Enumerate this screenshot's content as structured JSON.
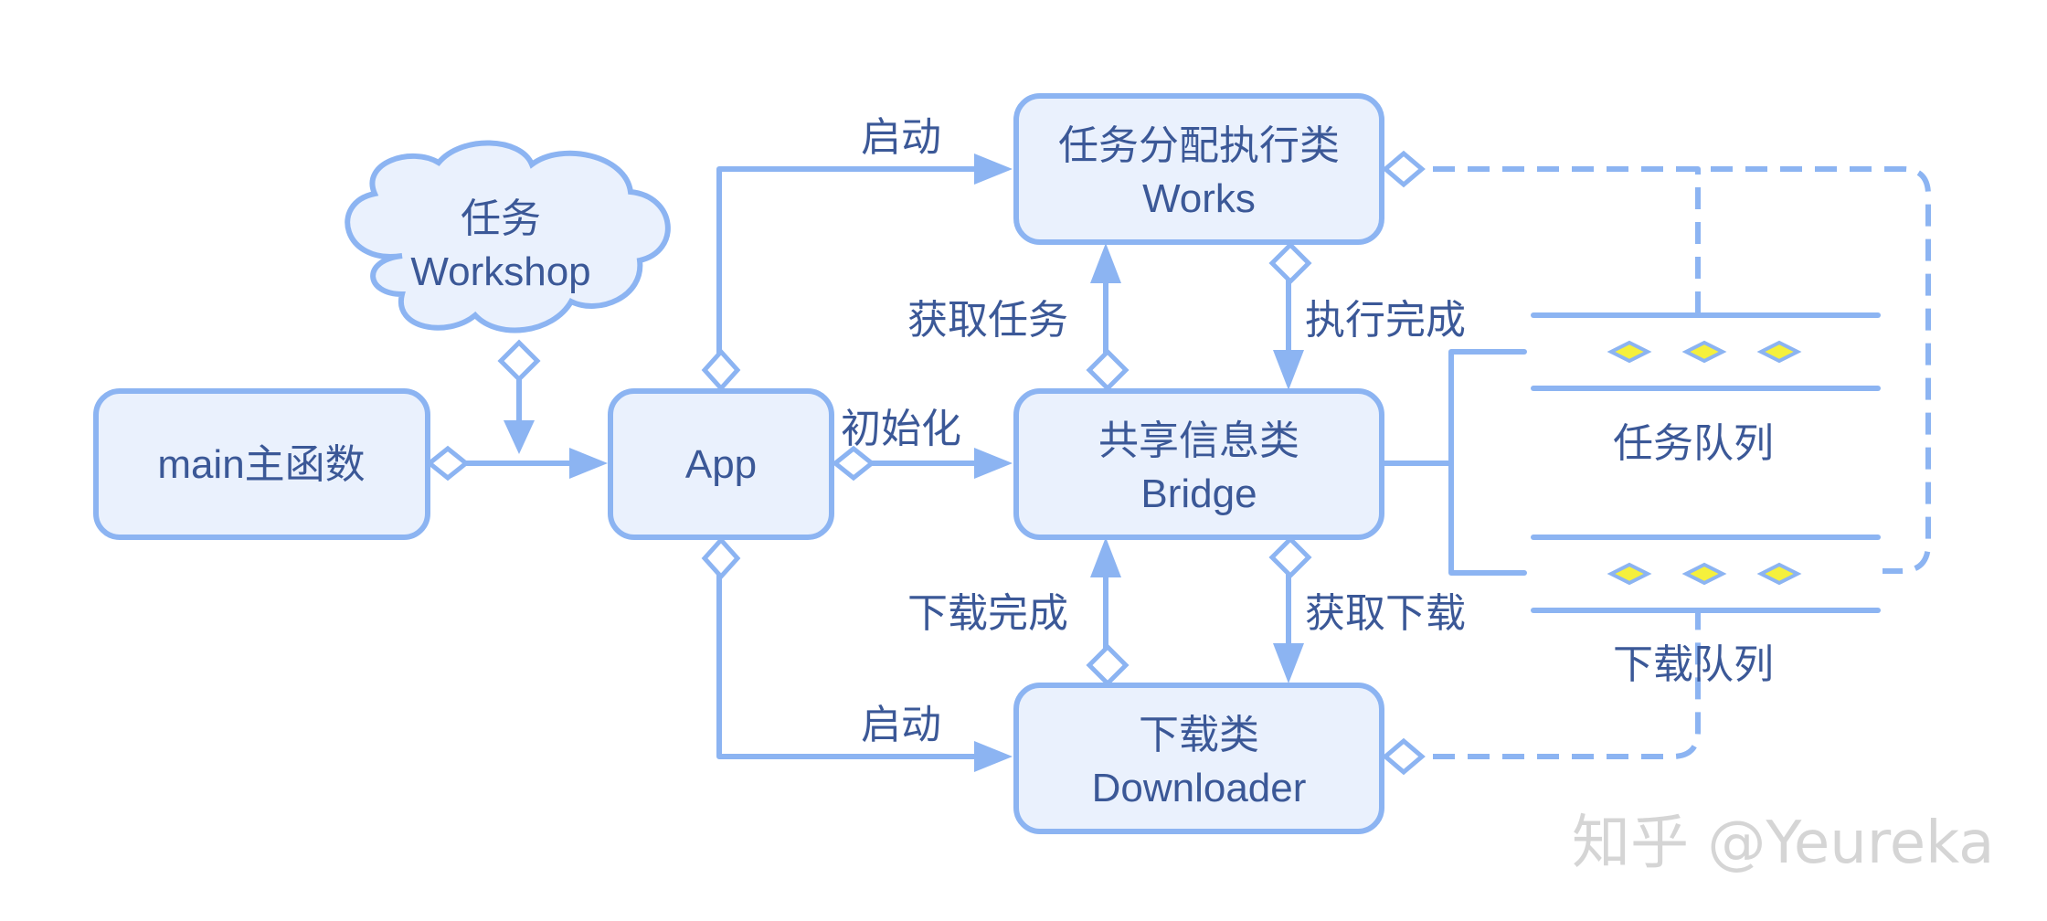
{
  "nodes": {
    "main": {
      "label": "main主函数"
    },
    "workshop": {
      "line1": "任务",
      "line2": "Workshop"
    },
    "app": {
      "label": "App"
    },
    "works": {
      "line1": "任务分配执行类",
      "line2": "Works"
    },
    "bridge": {
      "line1": "共享信息类",
      "line2": "Bridge"
    },
    "downloader": {
      "line1": "下载类",
      "line2": "Downloader"
    }
  },
  "edges": {
    "start_works": "启动",
    "start_downloader": "启动",
    "init": "初始化",
    "get_task": "获取任务",
    "exec_done": "执行完成",
    "download_done": "下载完成",
    "get_download": "获取下载"
  },
  "queues": {
    "task_queue": "任务队列",
    "download_queue": "下载队列"
  },
  "watermark": "知乎 @Yeureka",
  "colors": {
    "stroke": "#8cb4f2",
    "fill": "#eaf1fd",
    "text": "#3b5897",
    "queue_dot": "#f5f03c"
  }
}
